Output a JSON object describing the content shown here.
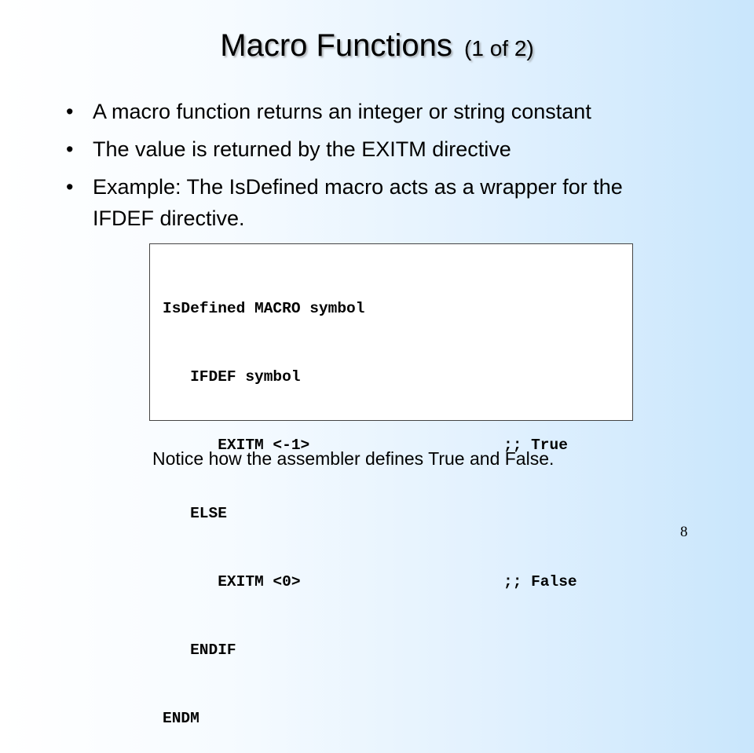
{
  "slide": {
    "title": "Macro Functions",
    "title_suffix": "(1 of 2)",
    "bullets": [
      "A macro function returns an integer or string constant",
      "The value is returned by the EXITM directive",
      "Example: The IsDefined macro acts as a wrapper for the IFDEF directive."
    ],
    "bullet_marker": "•",
    "code": [
      {
        "text": "IsDefined MACRO symbol",
        "comment": ""
      },
      {
        "text": "   IFDEF symbol",
        "comment": ""
      },
      {
        "text": "      EXITM <-1>",
        "comment": ";; True"
      },
      {
        "text": "   ELSE",
        "comment": ""
      },
      {
        "text": "      EXITM <0>",
        "comment": ";; False"
      },
      {
        "text": "   ENDIF",
        "comment": ""
      },
      {
        "text": "ENDM",
        "comment": ""
      }
    ],
    "notice": "Notice how the assembler defines True and False.",
    "page_number": "8"
  },
  "colors": {
    "background_left": "#ffffff",
    "background_right": "#c9e6fc",
    "code_box_background": "#ffffff",
    "text": "#000000"
  }
}
